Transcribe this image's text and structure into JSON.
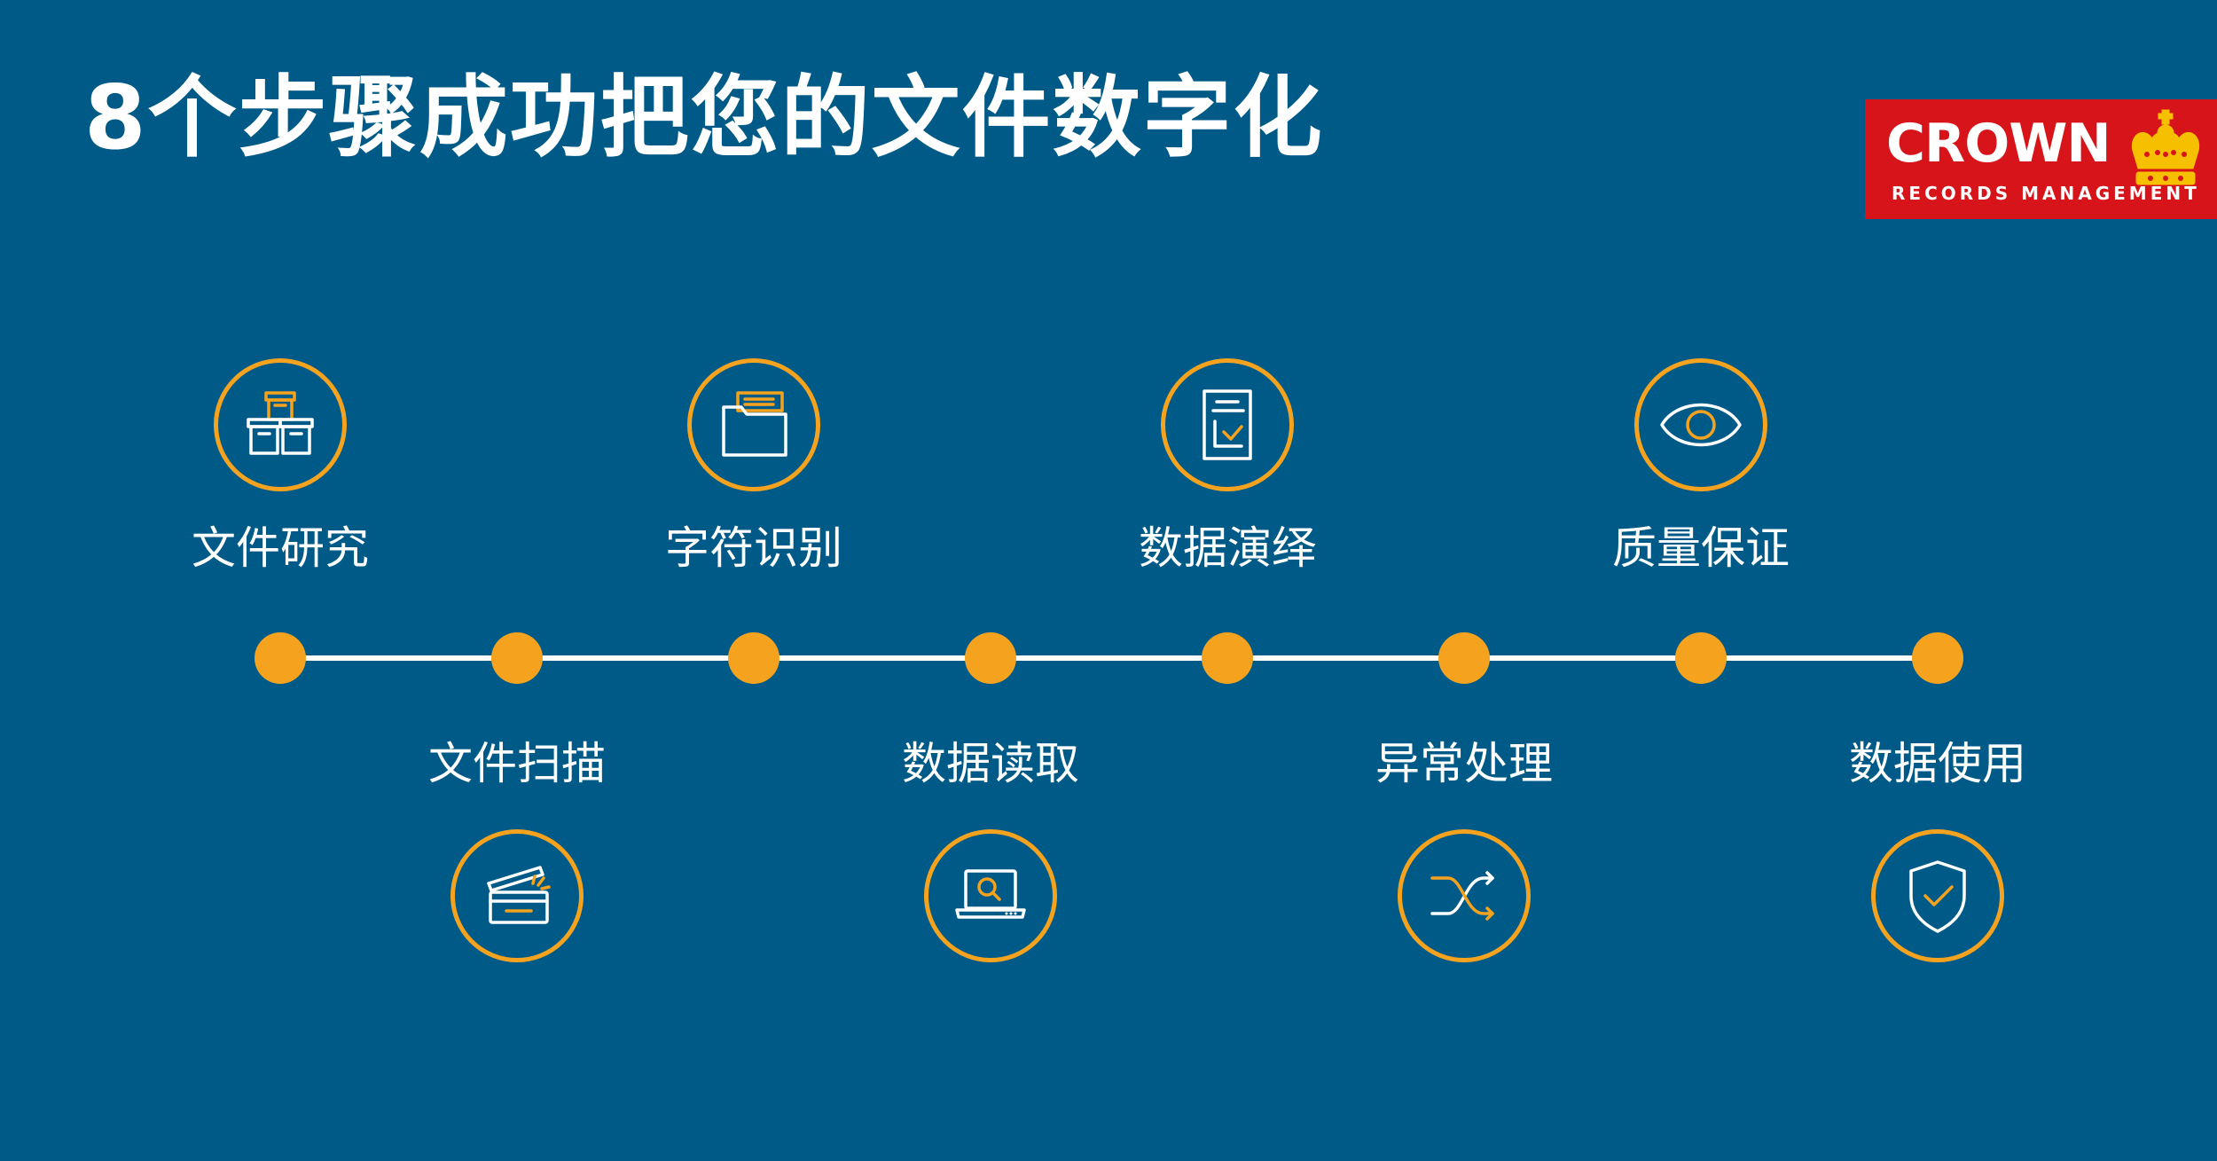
{
  "title": "8个步骤成功把您的文件数字化",
  "logo": {
    "wordmark": "CROWN",
    "subtitle": "RECORDS MANAGEMENT"
  },
  "colors": {
    "background": "#005a87",
    "accent": "#f5a31f",
    "line": "#ffffff",
    "logo_red": "#d7141a",
    "crown_yellow": "#f6c000"
  },
  "steps": [
    {
      "label": "文件研究",
      "icon": "boxes-icon",
      "position": "above"
    },
    {
      "label": "文件扫描",
      "icon": "scanner-icon",
      "position": "below"
    },
    {
      "label": "字符识别",
      "icon": "folder-icon",
      "position": "above"
    },
    {
      "label": "数据读取",
      "icon": "laptop-search-icon",
      "position": "below"
    },
    {
      "label": "数据演绎",
      "icon": "document-check-icon",
      "position": "above"
    },
    {
      "label": "异常处理",
      "icon": "shuffle-icon",
      "position": "below"
    },
    {
      "label": "质量保证",
      "icon": "eye-icon",
      "position": "above"
    },
    {
      "label": "数据使用",
      "icon": "shield-check-icon",
      "position": "below"
    }
  ]
}
